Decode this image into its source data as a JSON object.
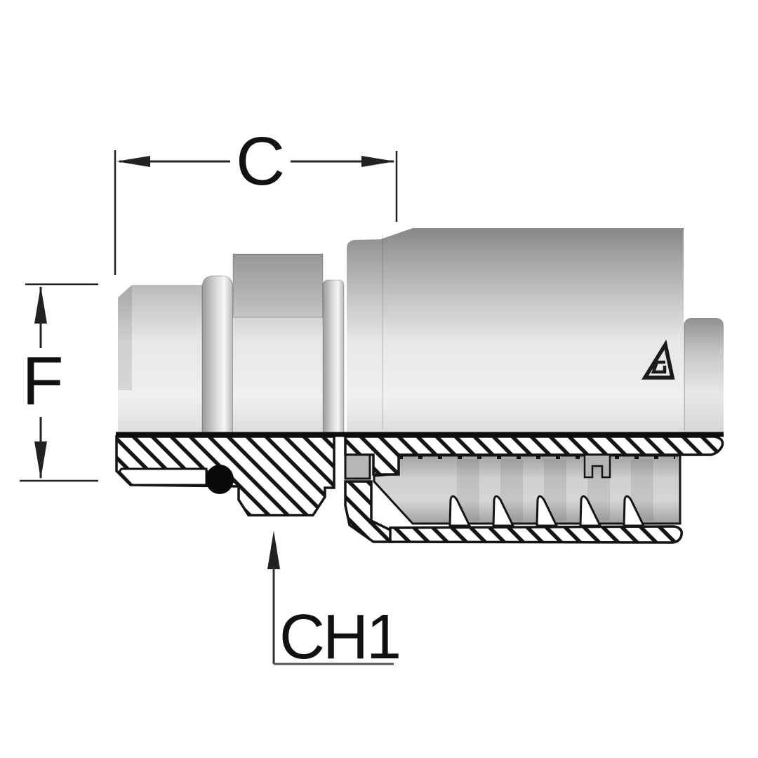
{
  "diagram": {
    "type": "technical-section-drawing",
    "subject": "hydraulic-hose-crimp-fitting",
    "labels": {
      "dim_c": "C",
      "dim_f": "F",
      "dim_ch1": "CH1"
    },
    "icons": {
      "logo": "stylized-a-manufacturer-logo"
    },
    "colors": {
      "background": "#ffffff",
      "outline": "#141414",
      "dimension_line": "#222222",
      "body_light": "#ededed",
      "body_dark": "#8a8a8a",
      "hex_facet": "#a2a2a2",
      "stem_gray": "#bdbdbd",
      "seal_black": "#0a0a0a"
    }
  }
}
